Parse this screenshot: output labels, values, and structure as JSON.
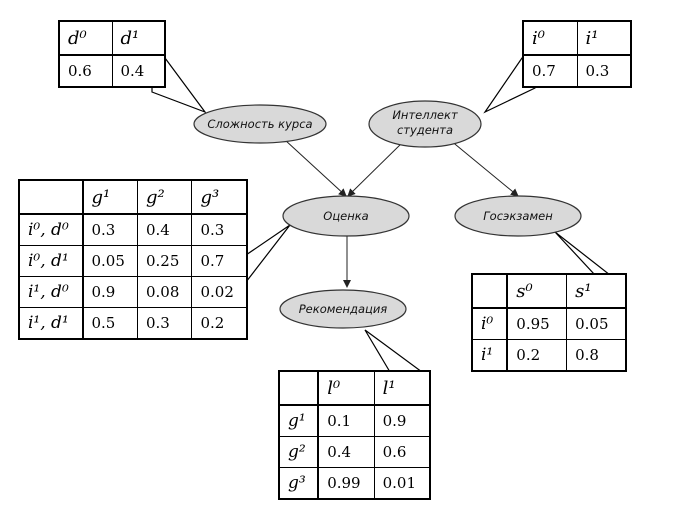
{
  "nodes": {
    "difficulty": "Сложность курса",
    "intelligence_line1": "Интеллект",
    "intelligence_line2": "студента",
    "grade": "Оценка",
    "sat": "Госэкзамен",
    "letter": "Рекомендация"
  },
  "cpt_d": {
    "headers": [
      "d⁰",
      "d¹"
    ],
    "values": [
      "0.6",
      "0.4"
    ]
  },
  "cpt_i": {
    "headers": [
      "i⁰",
      "i¹"
    ],
    "values": [
      "0.7",
      "0.3"
    ]
  },
  "cpt_g": {
    "headers": [
      "g¹",
      "g²",
      "g³"
    ],
    "rows": [
      {
        "label": "i⁰, d⁰",
        "values": [
          "0.3",
          "0.4",
          "0.3"
        ]
      },
      {
        "label": "i⁰, d¹",
        "values": [
          "0.05",
          "0.25",
          "0.7"
        ]
      },
      {
        "label": "i¹, d⁰",
        "values": [
          "0.9",
          "0.08",
          "0.02"
        ]
      },
      {
        "label": "i¹, d¹",
        "values": [
          "0.5",
          "0.3",
          "0.2"
        ]
      }
    ]
  },
  "cpt_s": {
    "headers": [
      "s⁰",
      "s¹"
    ],
    "rows": [
      {
        "label": "i⁰",
        "values": [
          "0.95",
          "0.05"
        ]
      },
      {
        "label": "i¹",
        "values": [
          "0.2",
          "0.8"
        ]
      }
    ]
  },
  "cpt_l": {
    "headers": [
      "l⁰",
      "l¹"
    ],
    "rows": [
      {
        "label": "g¹",
        "values": [
          "0.1",
          "0.9"
        ]
      },
      {
        "label": "g²",
        "values": [
          "0.4",
          "0.6"
        ]
      },
      {
        "label": "g³",
        "values": [
          "0.99",
          "0.01"
        ]
      }
    ]
  }
}
